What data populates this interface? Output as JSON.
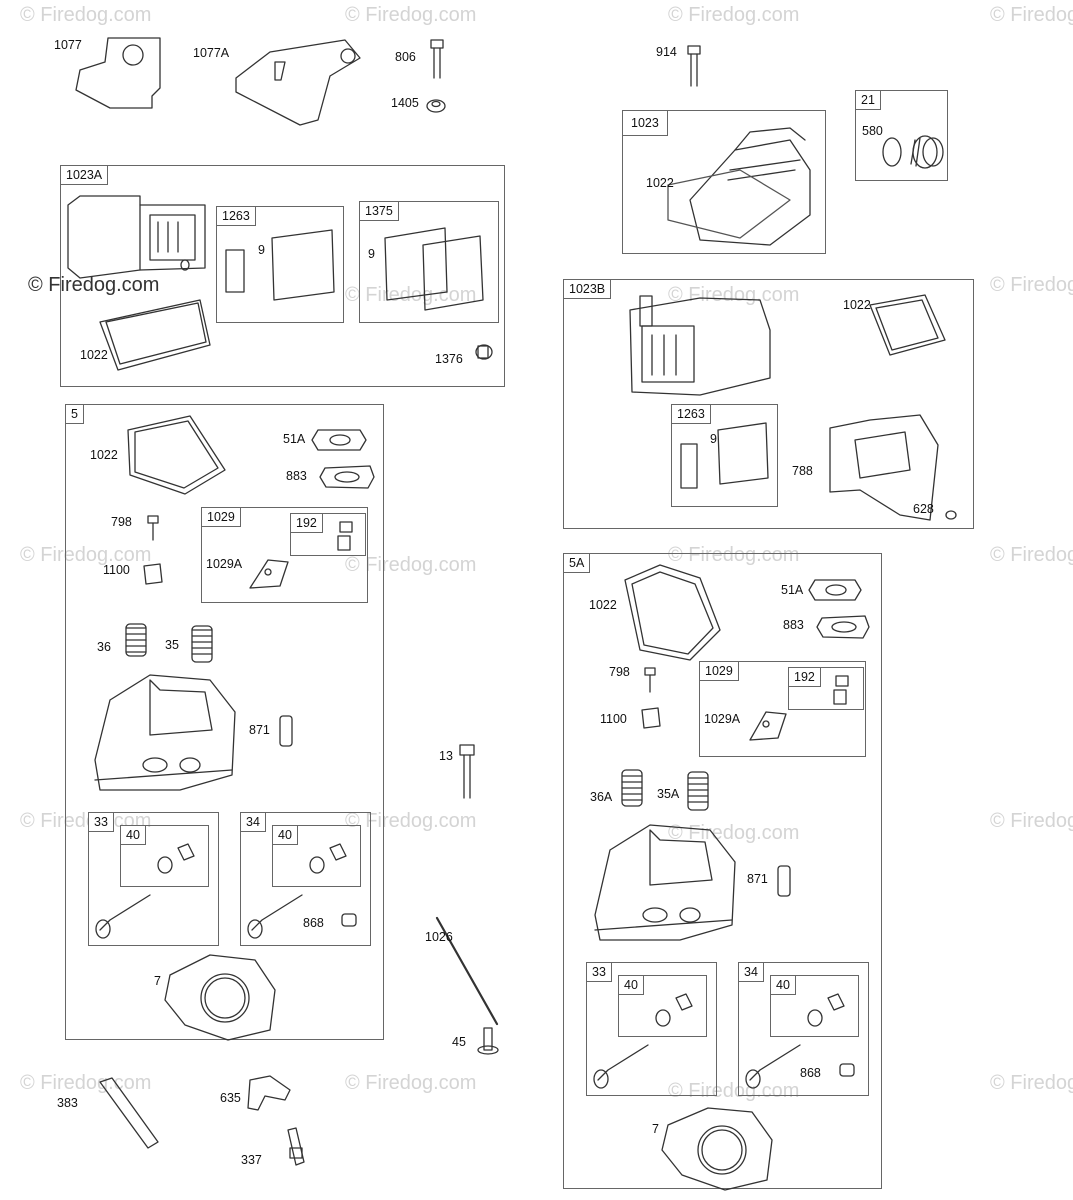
{
  "watermark": {
    "text": "© Firedog.com"
  },
  "labels": {
    "l1077": "1077",
    "l1077A": "1077A",
    "l806": "806",
    "l1405": "1405",
    "l914": "914",
    "l1023": "1023",
    "l1022_top": "1022",
    "l21": "21",
    "l580": "580",
    "l1023A": "1023A",
    "l1263_a": "1263",
    "l9_a": "9",
    "l1375": "1375",
    "l9_b": "9",
    "l1022_a": "1022",
    "l1376": "1376",
    "l1023B": "1023B",
    "l1022_b": "1022",
    "l1263_b": "1263",
    "l9_c": "9",
    "l788": "788",
    "l628": "628",
    "l5": "5",
    "l1022_5": "1022",
    "l51A": "51A",
    "l883": "883",
    "l798": "798",
    "l1029": "1029",
    "l192": "192",
    "l1029A": "1029A",
    "l1100": "1100",
    "l36": "36",
    "l35": "35",
    "l871": "871",
    "l33": "33",
    "l40_a": "40",
    "l34": "34",
    "l40_b": "40",
    "l868": "868",
    "l7": "7",
    "l13": "13",
    "l1026": "1026",
    "l45": "45",
    "l383": "383",
    "l635": "635",
    "l337": "337",
    "l5A": "5A",
    "l1022_5A": "1022",
    "l51A_2": "51A",
    "l883_2": "883",
    "l798_2": "798",
    "l1029_2": "1029",
    "l192_2": "192",
    "l1029A_2": "1029A",
    "l1100_2": "1100",
    "l36A": "36A",
    "l35A": "35A",
    "l871_2": "871",
    "l33_2": "33",
    "l40_c": "40",
    "l34_2": "34",
    "l40_d": "40",
    "l868_2": "868",
    "l7_2": "7"
  }
}
